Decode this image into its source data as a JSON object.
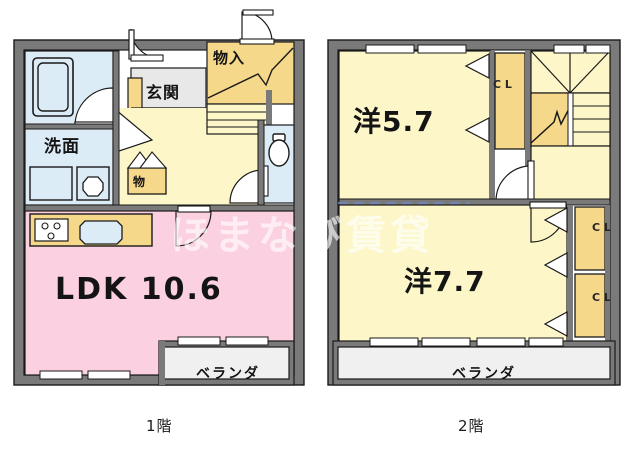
{
  "document": {
    "type": "japanese-floor-plan",
    "watermark_text": "ほまなび賃貸"
  },
  "captions": {
    "floor1": "1階",
    "floor2": "2階"
  },
  "colors": {
    "wall": "#7a7a7a",
    "wall_outline": "#1a1a1a",
    "ldk_fill": "#fbd0e0",
    "tatami_fill": "#fcf6c8",
    "water_fill": "#dcecf7",
    "closet_fill": "#f6d88a",
    "veranda_fill": "#f0f0f0",
    "line": "#1a1a1a"
  },
  "floor1": {
    "name": "1階",
    "rooms": [
      {
        "id": "ldk",
        "label": "LDK  10.6",
        "name_text": "LDK",
        "area": "10.6",
        "fill": "#fbd0e0"
      },
      {
        "id": "senmen",
        "label": "洗面",
        "fill": "#dcecf7"
      },
      {
        "id": "bath",
        "label": "",
        "fill": "#dcecf7"
      },
      {
        "id": "toilet",
        "label": "",
        "fill": "#dcecf7"
      },
      {
        "id": "genkan",
        "label": "玄関",
        "fill": "#e8e8e8"
      },
      {
        "id": "monoiri",
        "label": "物入",
        "fill": "#f6d88a"
      },
      {
        "id": "mono",
        "label": "物",
        "fill": "#f6d88a"
      },
      {
        "id": "hall",
        "label": "",
        "fill": "#fcf6c8"
      },
      {
        "id": "veranda1",
        "label": "ベランダ",
        "fill": "#f0f0f0"
      }
    ],
    "fixtures": [
      {
        "name": "bathtub"
      },
      {
        "name": "washbasin"
      },
      {
        "name": "washing-machine-space"
      },
      {
        "name": "toilet-bowl"
      },
      {
        "name": "kitchen-counter"
      },
      {
        "name": "gas-stove"
      },
      {
        "name": "kitchen-sink"
      },
      {
        "name": "staircase-up"
      }
    ]
  },
  "floor2": {
    "name": "2階",
    "rooms": [
      {
        "id": "washitsu57",
        "label": "洋5.7",
        "type": "洋",
        "area": "5.7",
        "fill": "#fcf6c8"
      },
      {
        "id": "washitsu77",
        "label": "洋7.7",
        "type": "洋",
        "area": "7.7",
        "fill": "#fcf6c8"
      },
      {
        "id": "closet_top",
        "label": "CL",
        "fill": "#f6d88a"
      },
      {
        "id": "closet_right1",
        "label": "CL",
        "fill": "#f6d88a"
      },
      {
        "id": "closet_right2",
        "label": "CL",
        "fill": "#f6d88a"
      },
      {
        "id": "hall2",
        "label": "",
        "fill": "#fcf6c8"
      },
      {
        "id": "veranda2",
        "label": "ベランダ",
        "fill": "#f0f0f0"
      }
    ],
    "fixtures": [
      {
        "name": "staircase-down"
      }
    ]
  },
  "labels": {
    "ldk": "LDK  10.6",
    "senmen": "洗面",
    "genkan": "玄関",
    "monoiri": "物入",
    "mono": "物",
    "yo57": "洋5.7",
    "yo77": "洋7.7",
    "veranda1": "ベランダ",
    "veranda2": "ベランダ",
    "cl1": "C L",
    "cl2": "C L",
    "cl3": "C L"
  }
}
